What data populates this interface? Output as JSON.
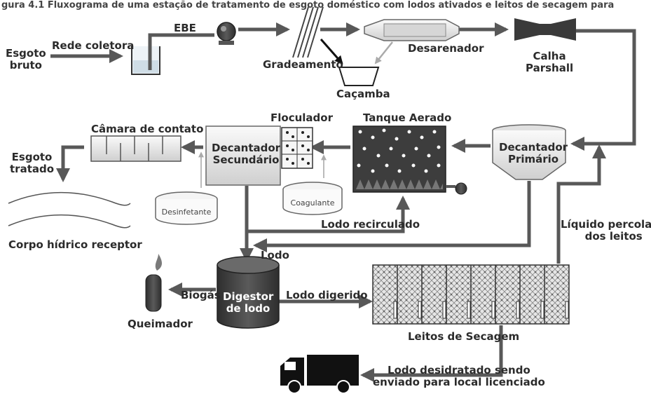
{
  "caption_top": "gura 4.1 Fluxograma de uma estação de tratamento de esgoto doméstico com lodos ativados e leitos de secagem para",
  "labels": {
    "esgoto_bruto": "Esgoto\nbruto",
    "rede_coletora": "Rede coletora",
    "ebe": "EBE",
    "gradeamento": "Gradeamento",
    "cacamba": "Caçamba",
    "desarenador": "Desarenador",
    "calha_parshall": "Calha\nParshall",
    "camara_contato": "Câmara de contato",
    "floculador": "Floculador",
    "tanque_aerado": "Tanque Aerado",
    "decantador_secundario": "Decantador\nSecundário",
    "decantador_primario": "Decantador\nPrimário",
    "esgoto_tratado": "Esgoto\ntratado",
    "desinfetante": "Desinfetante",
    "coagulante": "Coagulante",
    "lodo_recirculado": "Lodo recirculado",
    "corpo_hidrico": "Corpo hídrico receptor",
    "liquido_percolado": "Líquido percolado\ndos leitos",
    "lodo": "Lodo",
    "biogas": "Biogás",
    "digestor": "Digestor\nde lodo",
    "lodo_digerido": "Lodo digerido",
    "queimador": "Queimador",
    "leitos_secagem": "Leitos de Secagem",
    "lodo_desidratado": "Lodo desidratado sendo\nenviado para local licenciado"
  },
  "colors": {
    "arrow": "#585858",
    "tank_fill": "#f1f1f1",
    "dark": "#3a3a3a",
    "aeration_tank": "#3d3d3d",
    "bubble": "#fafafa"
  }
}
